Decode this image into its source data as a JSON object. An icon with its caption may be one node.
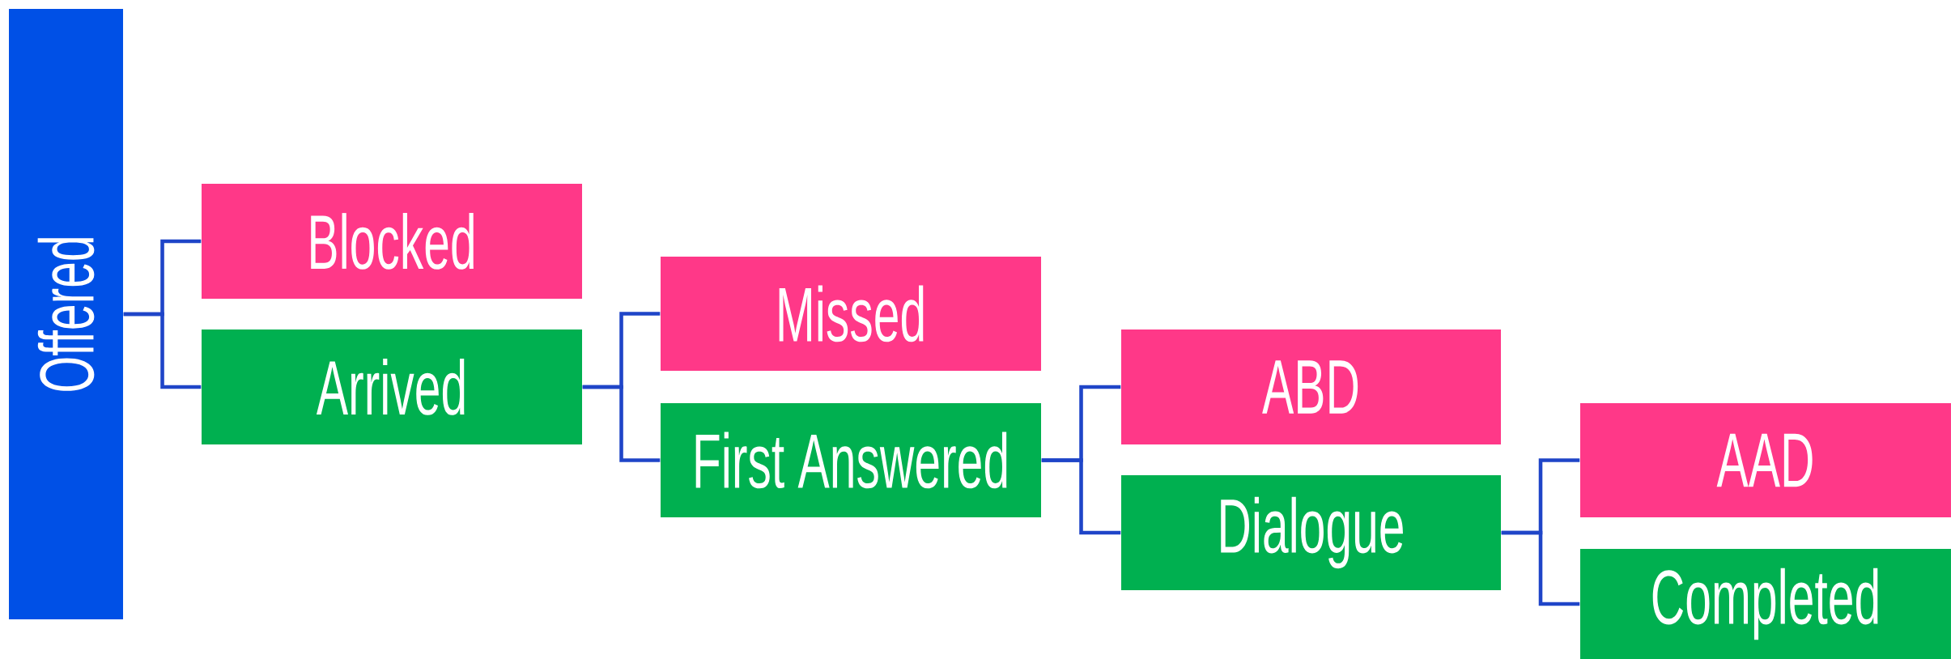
{
  "diagram": {
    "nodes": [
      {
        "text": [
          "Offered"
        ]
      },
      {
        "text": [
          "Blocked"
        ]
      },
      {
        "text": [
          "Arrived"
        ]
      },
      {
        "text": [
          "Missed"
        ]
      },
      {
        "text": [
          "First Answered"
        ]
      },
      {
        "text": [
          "ABD"
        ]
      },
      {
        "text": [
          "Dialogue"
        ]
      },
      {
        "text": [
          "AAD"
        ]
      },
      {
        "text": [
          "Completed"
        ]
      }
    ],
    "edges": [
      {
        "from": 0,
        "to": 1,
        "arrow": "none"
      },
      {
        "from": 0,
        "to": 2,
        "arrow": "none"
      },
      {
        "from": 2,
        "to": 3,
        "arrow": "none"
      },
      {
        "from": 2,
        "to": 4,
        "arrow": "none"
      },
      {
        "from": 4,
        "to": 5,
        "arrow": "none"
      },
      {
        "from": 4,
        "to": 6,
        "arrow": "none"
      },
      {
        "from": 6,
        "to": 7,
        "arrow": "none"
      },
      {
        "from": 6,
        "to": 8,
        "arrow": "none"
      }
    ]
  }
}
